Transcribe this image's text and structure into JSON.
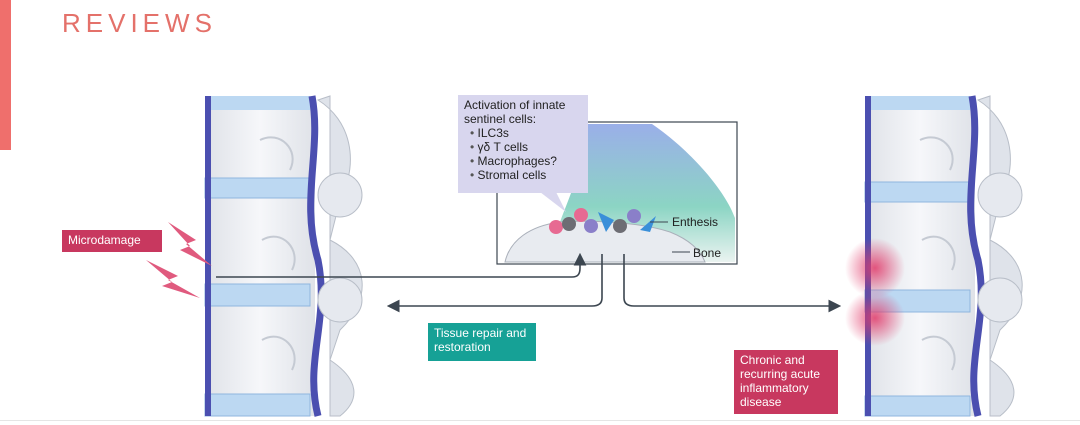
{
  "header": {
    "title": "REVIEWS"
  },
  "innate": {
    "title": "Activation of innate sentinel cells:",
    "items": [
      "ILC3s",
      "γδ T cells",
      "Macrophages?",
      "Stromal cells"
    ]
  },
  "labels": {
    "enthesis": "Enthesis",
    "bone": "Bone",
    "microdamage": "Microdamage",
    "tissue_repair": "Tissue repair and restoration",
    "chronic": "Chronic and recurring acute inflammatory disease"
  },
  "colors": {
    "accent": "#ef6f6c",
    "title": "#e4716a",
    "microdamage": "#c8385f",
    "repair": "#16a196",
    "chronic": "#c8385f",
    "spine_blue": "#4b4fb0",
    "disc_blue": "#bcd8f2",
    "innate_box": "#d8d6ee"
  }
}
